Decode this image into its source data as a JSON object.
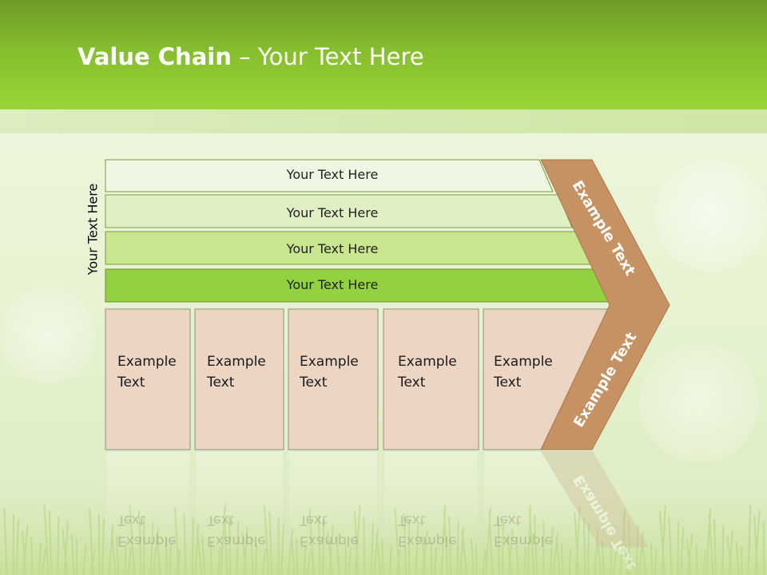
{
  "title": {
    "bold": "Value Chain",
    "rest": " – Your Text Here"
  },
  "side_label": "Your Text Here",
  "bars": [
    {
      "label": "Your Text Here",
      "fill": "#eff7e3"
    },
    {
      "label": "Your Text Here",
      "fill": "#e0f0c4"
    },
    {
      "label": "Your Text Here",
      "fill": "#c9e78f"
    },
    {
      "label": "Your Text Here",
      "fill": "#92d140"
    }
  ],
  "boxes": [
    {
      "line1": "Example",
      "line2": "Text"
    },
    {
      "line1": "Example",
      "line2": "Text"
    },
    {
      "line1": "Example",
      "line2": "Text"
    },
    {
      "line1": "Example",
      "line2": "Text"
    },
    {
      "line1": "Example",
      "line2": "Text"
    }
  ],
  "chevron": {
    "upper_label": "Example Text",
    "lower_label": "Example Text",
    "fill": "#c69264"
  },
  "colors": {
    "header": "#8ec532",
    "box_fill": "#ecd5c3",
    "bar_stroke": "#7a9b3e"
  }
}
